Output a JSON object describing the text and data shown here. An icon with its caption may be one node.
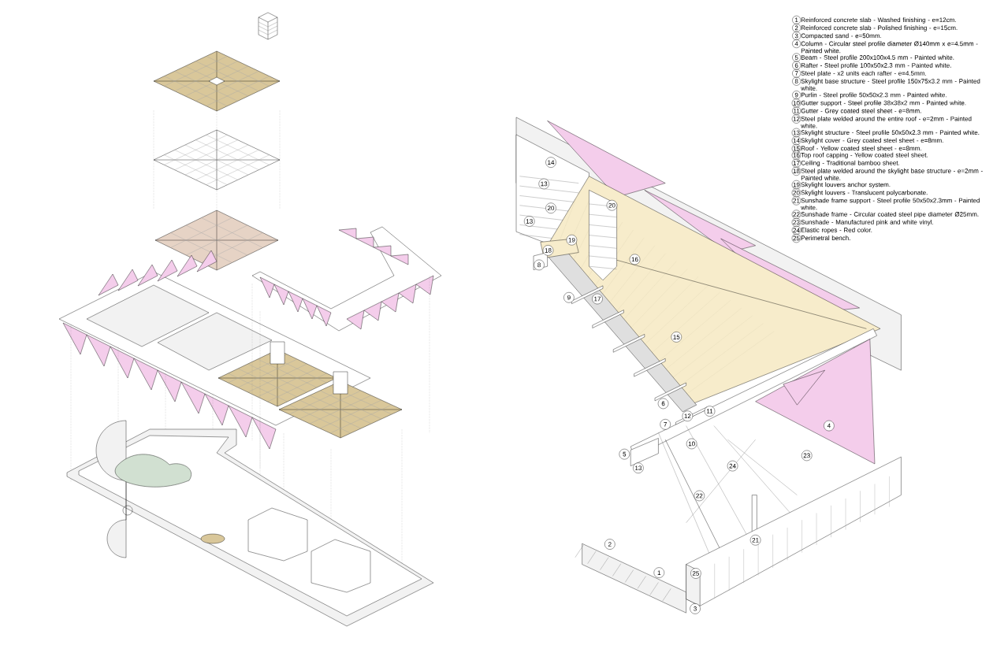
{
  "diagram": {
    "labels": [
      "1",
      "Reinforced concrete slab - Washed finishing - e=12cm.",
      "2",
      "Reinforced concrete slab - Polished finishing - e=15cm.",
      "3",
      "Compacted sand - e=50mm.",
      "4",
      "Column - Circular steel profile diameter Ø140mm x e=4.5mm - Painted white.",
      "5",
      "Beam - Steel profile 200x100x4.5 mm - Painted white.",
      "6",
      "Rafter - Steel profile 100x50x2.3 mm - Painted white.",
      "7",
      "Steel plate - x2 units each rafter - e=4.5mm.",
      "8",
      "Skylight base structure - Steel profile 150x75x3.2 mm - Painted white.",
      "9",
      "Purlin - Steel profile 50x50x2.3 mm - Painted white.",
      "10",
      "Gutter support - Steel profile 38x38x2 mm - Painted white.",
      "11",
      "Gutter - Grey coated steel sheet - e=8mm.",
      "12",
      "Steel plate welded around the entire roof - e=2mm - Painted white.",
      "13",
      "Skylight structure - Steel profile 50x50x2.3 mm - Painted white.",
      "14",
      "Skylight cover - Grey coated steel sheet - e=8mm.",
      "15",
      "Roof - Yellow coated steel sheet - e=8mm.",
      "16",
      "Top roof capping - Yellow coated steel sheet.",
      "17",
      "Ceiling - Traditional bamboo sheet.",
      "18",
      "Steel plate welded around the skylight base structure - e=2mm - Painted white.",
      "19",
      "Skylight louvers anchor system.",
      "20",
      "Skylight louvers - Translucent polycarbonate.",
      "21",
      "Sunshade frame support - Steel profile 50x50x2.3mm - Painted white.",
      "22",
      "Sunshade frame - Circular coated steel pipe diameter Ø25mm.",
      "23",
      "Sunshade - Manufactured pink and white vinyl.",
      "24",
      "Elastic ropes - Red color.",
      "25",
      "Perimetral bench.",
      "14",
      "13",
      "20",
      "13",
      "20",
      "19",
      "18",
      "8",
      "16",
      "9",
      "17",
      "15",
      "6",
      "12",
      "11",
      "7",
      "10",
      "5",
      "13",
      "4",
      "23",
      "24",
      "22",
      "21",
      "2",
      "1",
      "25",
      "3"
    ]
  }
}
